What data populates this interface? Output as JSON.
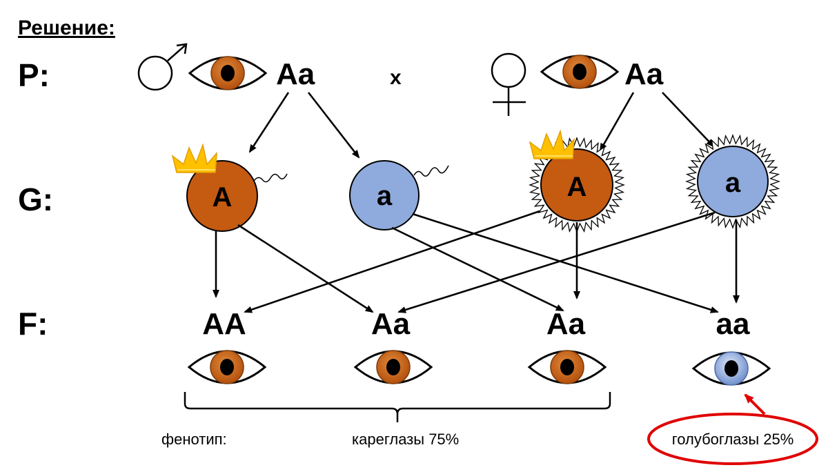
{
  "heading": "Решение:",
  "rows": {
    "p": "P:",
    "g": "G:",
    "f": "F:"
  },
  "parents": {
    "male": {
      "genotype": "Aa",
      "symbol": "male-symbol",
      "eye": "brown-eye-icon"
    },
    "cross": "x",
    "female": {
      "genotype": "Aa",
      "symbol": "female-symbol",
      "eye": "brown-eye-icon"
    }
  },
  "gametes": [
    {
      "allele": "A",
      "type": "sperm",
      "dominant": true,
      "color": "#C55A11"
    },
    {
      "allele": "a",
      "type": "sperm",
      "dominant": false,
      "color": "#8FAADC"
    },
    {
      "allele": "A",
      "type": "egg",
      "dominant": true,
      "color": "#C55A11"
    },
    {
      "allele": "a",
      "type": "egg",
      "dominant": false,
      "color": "#8FAADC"
    }
  ],
  "offspring": [
    {
      "genotype": "AA",
      "eye": "brown"
    },
    {
      "genotype": "Aa",
      "eye": "brown"
    },
    {
      "genotype": "Aa",
      "eye": "brown"
    },
    {
      "genotype": "aa",
      "eye": "blue"
    }
  ],
  "phenotype": {
    "label": "фенотип:",
    "brown": "кареглазы 75%",
    "blue": "голубоглазы 25%"
  },
  "colors": {
    "brown_iris": "#C55A11",
    "blue_iris": "#8FAADC",
    "crown": "#FFC000",
    "highlight": "#E00000"
  }
}
